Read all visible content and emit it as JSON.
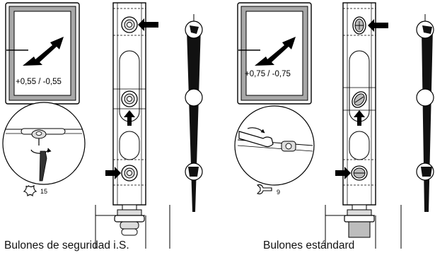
{
  "left_panel": {
    "adjustment_range": "+0,55 / -0,55",
    "tool_icon": "torx-star-icon",
    "tool_size": "15",
    "caption": "Bulones de seguridad i.S."
  },
  "right_panel": {
    "adjustment_range": "+0,75 / -0,75",
    "tool_icon": "open-wrench-icon",
    "tool_size": "9",
    "caption": "Bulones estándard"
  },
  "colors": {
    "line": "#000000",
    "frame_gray": "#a8a8a8",
    "light_gray": "#dcdcdc"
  }
}
